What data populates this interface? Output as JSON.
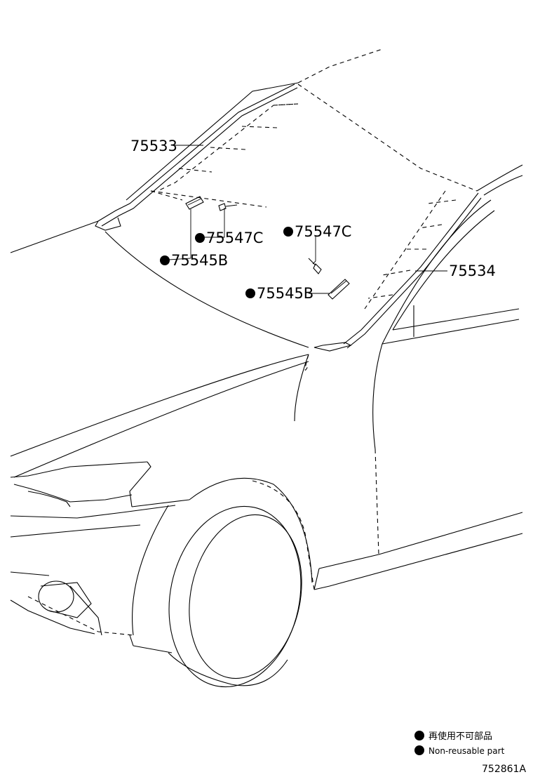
{
  "labels": {
    "p75533": "75533",
    "p75547c_left": "75547C",
    "p75545b_left": "75545B",
    "p75547c_right": "75547C",
    "p75545b_right": "75545B",
    "p75534": "75534"
  },
  "legend": {
    "jp": "再使用不可部品",
    "en": "Non-reusable part"
  },
  "figure_id": "752861A"
}
